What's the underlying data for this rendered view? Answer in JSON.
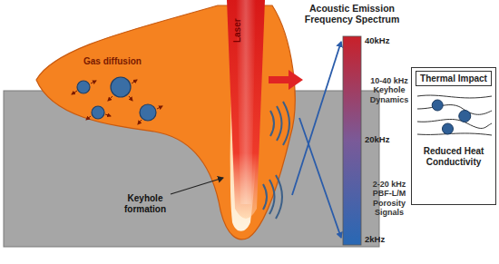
{
  "diagram": {
    "nodes": [
      {
        "text": [
          "Thermal Impact",
          "Reduced Heat Conductivity"
        ]
      }
    ],
    "labels": [
      "Laser",
      "Gas diffusion",
      "Keyhole formation",
      "Acoustic Emission Frequency Spectrum",
      "40kHz",
      "10-40 kHz Keyhole Dynamics",
      "20kHz",
      "2-20 kHz PBF-L/M Porosity Signals",
      "2kHz"
    ]
  }
}
